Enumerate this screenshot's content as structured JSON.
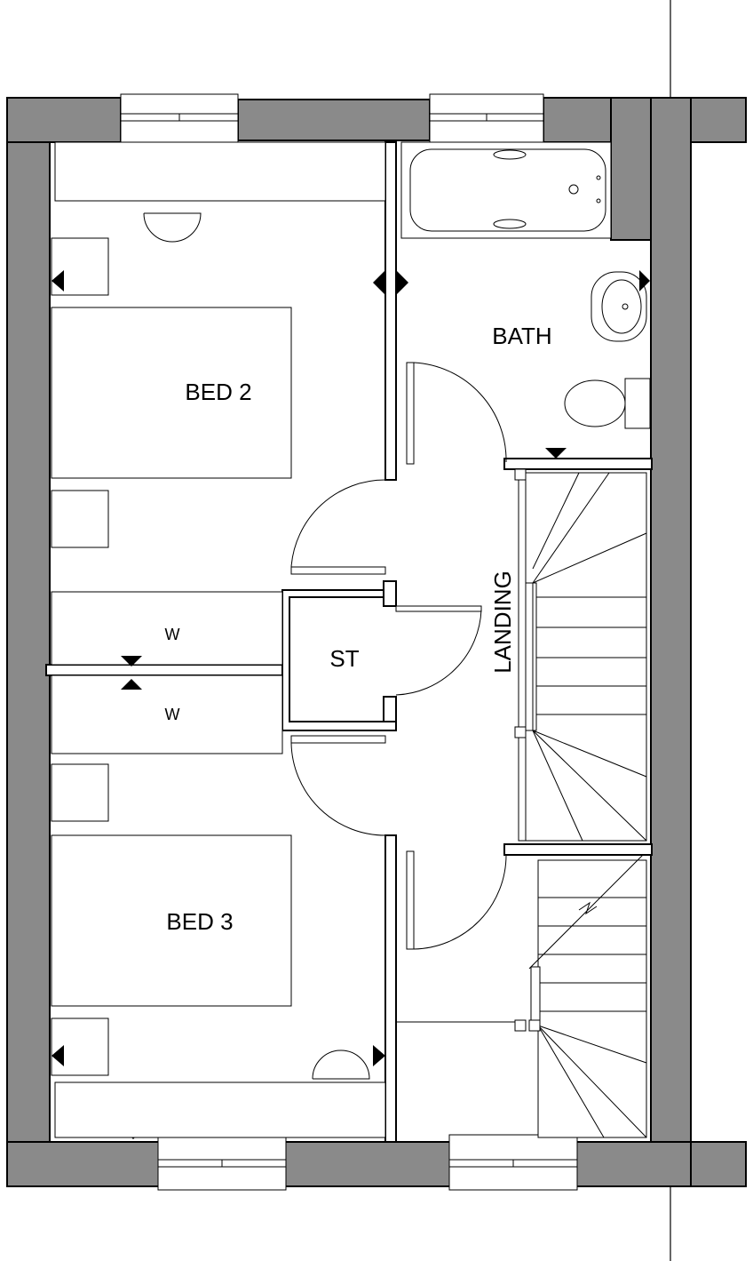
{
  "rooms": {
    "bed2": "BED 2",
    "bath": "BATH",
    "landing": "LANDING",
    "st": "ST",
    "bed3": "BED 3"
  },
  "wardrobes": {
    "top": "W",
    "bottom": "W"
  },
  "colors": {
    "wall_fill": "#8a8a8a",
    "line": "#000000",
    "background": "#ffffff"
  }
}
